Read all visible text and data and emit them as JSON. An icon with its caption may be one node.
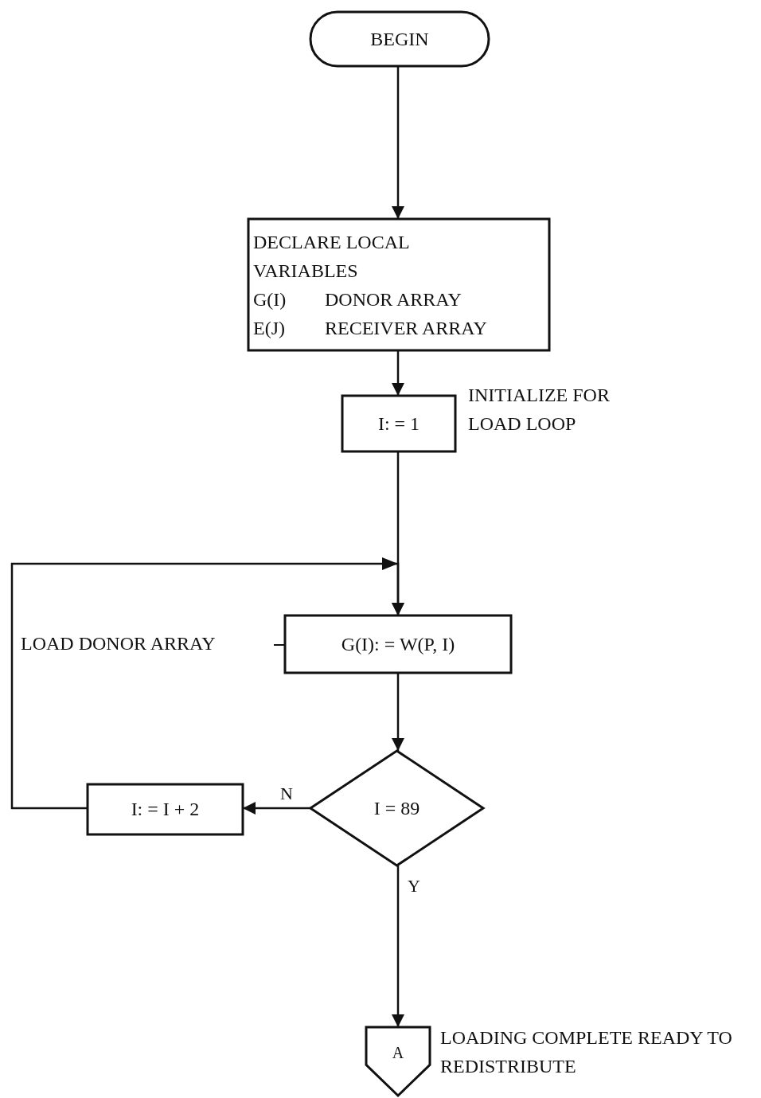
{
  "diagram": {
    "nodes": [
      {
        "text": [
          "BEGIN"
        ]
      },
      {
        "text": [
          "DECLARE LOCAL VARIABLES",
          "G(I)",
          "DONOR ARRAY",
          "E(J)",
          "RECEIVER ARRAY"
        ]
      },
      {
        "text": [
          "I: = 1"
        ],
        "beside": [
          "INITIALIZE FOR LOAD LOOP"
        ]
      },
      {
        "text": [
          "G(I): = W(P, I)"
        ],
        "beside": [
          "LOAD DONOR ARRAY"
        ]
      },
      {
        "text": [
          "I = 89"
        ]
      },
      {
        "text": [
          "I: = I + 2"
        ]
      },
      {
        "text": [
          "A"
        ],
        "beside": [
          "LOADING COMPLETE READY TO REDISTRIBUTE"
        ]
      }
    ],
    "edges": [
      {
        "from": 0,
        "to": 1,
        "arrow": "to"
      },
      {
        "from": 1,
        "to": 2,
        "arrow": "to"
      },
      {
        "from": 2,
        "to": 3,
        "arrow": "to"
      },
      {
        "from": 3,
        "to": 4,
        "arrow": "to"
      },
      {
        "from": 4,
        "to": 5,
        "arrow": "to",
        "label": "N"
      },
      {
        "from": 5,
        "to": 3,
        "arrow": "to"
      },
      {
        "from": 4,
        "to": 6,
        "arrow": "to",
        "label": "Y"
      }
    ]
  }
}
